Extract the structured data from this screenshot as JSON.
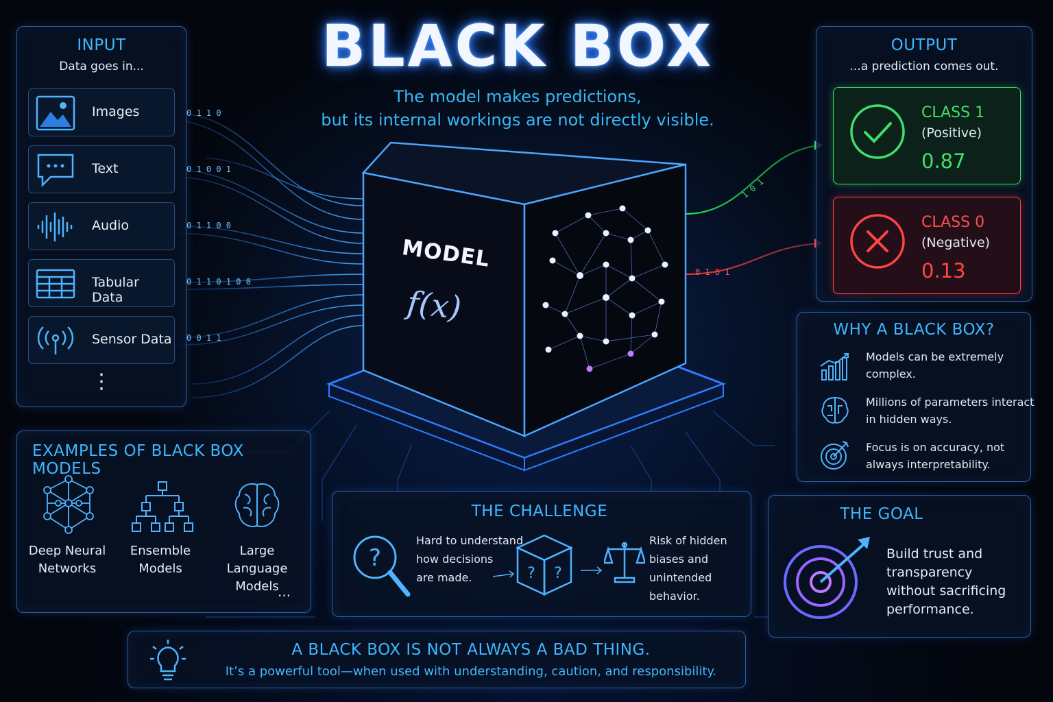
{
  "title": "BLACK BOX",
  "subtitle_line1": "The model makes predictions,",
  "subtitle_line2": "but its internal workings are not directly visible.",
  "input": {
    "heading": "INPUT",
    "subheading": "Data goes in...",
    "items": [
      {
        "label": "Images",
        "icon": "image-icon"
      },
      {
        "label": "Text",
        "icon": "chat-bubble-icon"
      },
      {
        "label": "Audio",
        "icon": "waveform-icon"
      },
      {
        "label": "Tabular Data",
        "icon": "table-icon"
      },
      {
        "label": "Sensor Data",
        "icon": "sensor-icon"
      }
    ],
    "more": "⋮"
  },
  "model": {
    "label": "MODEL",
    "formula": "f(x)"
  },
  "binary": {
    "in_rows": [
      "0 1 1 0",
      "0 1 0 0 1",
      "0 1 1 0 0",
      "0 1 1 0 1 0 0",
      "0 0 1 1"
    ],
    "out_rows": [
      "1 0 1",
      "0 1 0 1"
    ]
  },
  "output": {
    "heading": "OUTPUT",
    "subheading": "...a prediction comes out.",
    "classes": [
      {
        "name": "CLASS 1",
        "desc": "(Positive)",
        "value": "0.87",
        "color": "#3fe06a",
        "icon": "check-icon"
      },
      {
        "name": "CLASS 0",
        "desc": "(Negative)",
        "value": "0.13",
        "color": "#ff4545",
        "icon": "x-icon"
      }
    ]
  },
  "why": {
    "heading": "WHY A BLACK BOX?",
    "items": [
      {
        "text": "Models can be extremely complex.",
        "icon": "growth-chart-icon"
      },
      {
        "text": "Millions of parameters interact in hidden ways.",
        "icon": "brain-circuit-icon"
      },
      {
        "text": "Focus is on accuracy, not always interpretability.",
        "icon": "target-icon"
      }
    ]
  },
  "examples": {
    "heading": "EXAMPLES OF BLACK BOX MODELS",
    "items": [
      {
        "line1": "Deep Neural",
        "line2": "Networks",
        "icon": "neural-network-icon"
      },
      {
        "line1": "Ensemble",
        "line2": "Models",
        "icon": "tree-icon"
      },
      {
        "line1": "Large Language",
        "line2": "Models",
        "icon": "brain-icon"
      }
    ],
    "more": "..."
  },
  "challenge": {
    "heading": "THE CHALLENGE",
    "left_lines": [
      "Hard to understand",
      "how decisions",
      "are made."
    ],
    "right_lines": [
      "Risk of hidden",
      "biases and",
      "unintended behavior."
    ]
  },
  "goal": {
    "heading": "THE GOAL",
    "lines": [
      "Build trust and",
      "transparency",
      "without sacrificing",
      "performance."
    ]
  },
  "footer": {
    "heading": "A BLACK BOX IS NOT ALWAYS A BAD THING.",
    "text": "It’s a powerful tool—when used with understanding, caution, and responsibility."
  },
  "colors": {
    "accent": "#3fb6ff",
    "positive": "#3fe06a",
    "negative": "#ff4545",
    "glow": "#2f7dff"
  }
}
